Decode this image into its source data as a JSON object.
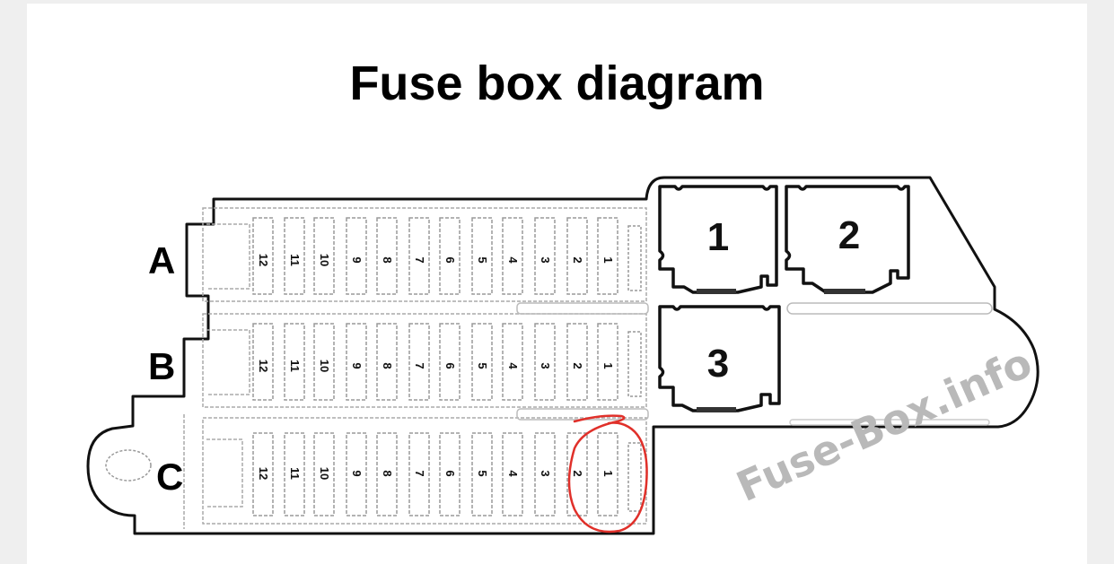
{
  "page": {
    "title": "Fuse box diagram",
    "watermark": "Fuse-Box.info",
    "colors": {
      "background": "#efefef",
      "card": "#ffffff",
      "outline": "#111111",
      "slot": "#9a9a9a",
      "highlight": "#e0302a",
      "watermark": "#b9b9b9"
    }
  },
  "diagram": {
    "rows": [
      {
        "label": "A",
        "fuses": [
          "12",
          "11",
          "10",
          "9",
          "8",
          "7",
          "6",
          "5",
          "4",
          "3",
          "2",
          "1"
        ]
      },
      {
        "label": "B",
        "fuses": [
          "12",
          "11",
          "10",
          "9",
          "8",
          "7",
          "6",
          "5",
          "4",
          "3",
          "2",
          "1"
        ]
      },
      {
        "label": "C",
        "fuses": [
          "12",
          "11",
          "10",
          "9",
          "8",
          "7",
          "6",
          "5",
          "4",
          "3",
          "2",
          "1"
        ]
      }
    ],
    "relays": [
      {
        "label": "1"
      },
      {
        "label": "2"
      },
      {
        "label": "3"
      }
    ],
    "highlight": {
      "row": "C",
      "fuses": [
        "2",
        "1"
      ],
      "note": "red hand-drawn circle around fuses C1–C2"
    }
  }
}
